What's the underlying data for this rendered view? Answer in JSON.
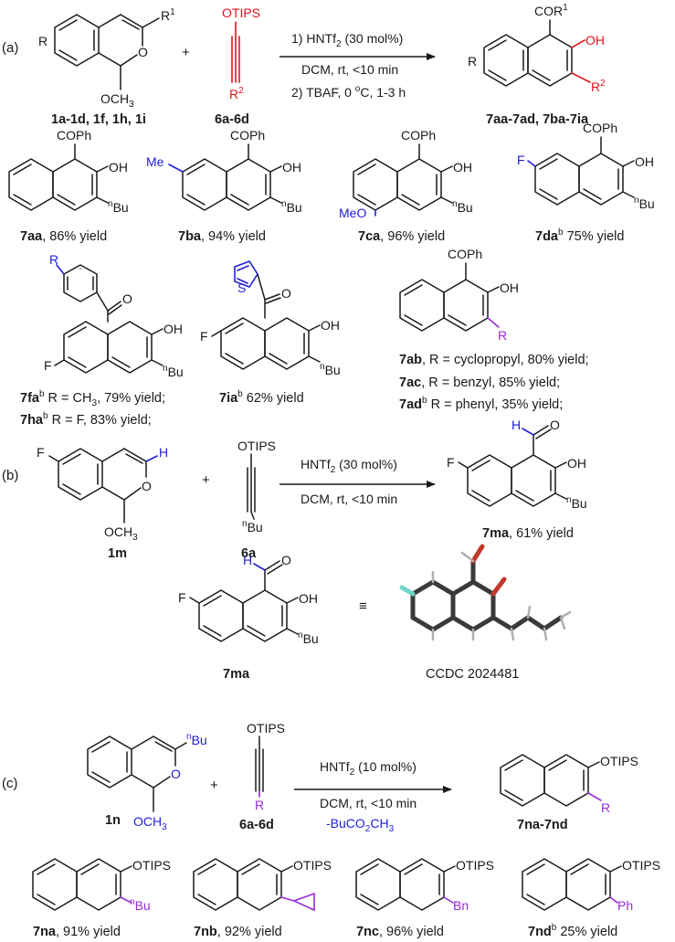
{
  "colors": {
    "text": "#1a1a1a",
    "blue": "#1f1fd6",
    "red": "#e3131b",
    "purple": "#9a2ad9"
  },
  "section_a": {
    "label": "(a)",
    "reactant1": {
      "sub_R": "R",
      "sub_R1": "R",
      "sup_1": "1",
      "ring_O": "O",
      "ome": "OCH",
      "ome_sub": "3",
      "label": "1a-1d, 1f, 1h, 1i"
    },
    "plus": "+",
    "reactant2": {
      "otips": "OTIPS",
      "r": "R",
      "sup": "2",
      "label": "6a-6d"
    },
    "conditions": {
      "line1": "1) HNTf",
      "line1_sub": "2",
      "line1_rest": " (30 mol%)",
      "line2": "DCM, rt, <10 min",
      "line3": "2) TBAF, 0 ",
      "line3_o": "o",
      "line3_rest": "C, 1-3 h"
    },
    "product": {
      "cor": "COR",
      "cor_sup": "1",
      "oh": "OH",
      "r": "R",
      "r2": "R",
      "r2_sup": "2",
      "label": "7aa-7ad, 7ba-7ia"
    },
    "row1": [
      {
        "top": "COPh",
        "oh": "OH",
        "bu": "Bu",
        "bu_n": "n",
        "bold": "7aa",
        "rest": ", 86% yield"
      },
      {
        "sub": "Me",
        "top": "COPh",
        "oh": "OH",
        "bu": "Bu",
        "bu_n": "n",
        "bold": "7ba",
        "rest": ", 94% yield"
      },
      {
        "sub": "MeO",
        "top": "COPh",
        "oh": "OH",
        "bu": "Bu",
        "bu_n": "n",
        "bold": "7ca",
        "rest": ", 96% yield"
      },
      {
        "sub": "F",
        "top": "COPh",
        "oh": "OH",
        "bu": "Bu",
        "bu_n": "n",
        "bold": "7da",
        "sup": "b",
        "rest": " 75% yield"
      }
    ],
    "row2": {
      "aryl": {
        "r": "R",
        "o": "O",
        "f": "F",
        "oh": "OH",
        "bu": "Bu",
        "bu_n": "n",
        "l1_bold": "7fa",
        "l1_sup": "b",
        "l1_rest": " R = CH",
        "l1_sub": "3",
        "l1_end": ", 79% yield;",
        "l2_bold": "7ha",
        "l2_sup": "b",
        "l2_rest": " R = F, 83% yield;"
      },
      "thienyl": {
        "s": "S",
        "o": "O",
        "f": "F",
        "oh": "OH",
        "bu": "Bu",
        "bu_n": "n",
        "bold": "7ia",
        "sup": "b",
        "rest": " 62% yield"
      },
      "rvar": {
        "top": "COPh",
        "oh": "OH",
        "r": "R",
        "l1_bold": "7ab",
        "l1_rest": ", R = cyclopropyl, 80% yield;",
        "l2_bold": "7ac",
        "l2_rest": ", R = benzyl, 85% yield;",
        "l3_bold": "7ad",
        "l3_sup": "b",
        "l3_rest": " R = phenyl, 35% yield;"
      }
    }
  },
  "section_b": {
    "label": "(b)",
    "reactant1": {
      "f": "F",
      "h": "H",
      "o": "O",
      "ome": "OCH",
      "ome_sub": "3",
      "label": "1m"
    },
    "plus": "+",
    "reactant2": {
      "otips": "OTIPS",
      "bu": "Bu",
      "bu_n": "n",
      "label": "6a"
    },
    "conditions": {
      "line1": "HNTf",
      "line1_sub": "2",
      "line1_rest": " (30 mol%)",
      "line2": "DCM, rt, <10 min"
    },
    "product": {
      "h": "H",
      "o": "O",
      "f": "F",
      "oh": "OH",
      "bu": "Bu",
      "bu_n": "n",
      "bold": "7ma",
      "rest": ", 61% yield"
    },
    "xray": {
      "h": "H",
      "o": "O",
      "f": "F",
      "oh": "OH",
      "bu": "Bu",
      "bu_n": "n",
      "label": "7ma",
      "equiv": "≡",
      "ccdc": "CCDC 2024481"
    }
  },
  "section_c": {
    "label": "(c)",
    "reactant1": {
      "bu": "Bu",
      "bu_n": "n",
      "o": "O",
      "ome": "OCH",
      "ome_sub": "3",
      "label": "1n"
    },
    "plus": "+",
    "reactant2": {
      "otips": "OTIPS",
      "r": "R",
      "label": "6a-6d"
    },
    "conditions": {
      "line1": "HNTf",
      "line1_sub": "2",
      "line1_rest": " (10 mol%)",
      "line2": "DCM, rt, <10 min",
      "line3": "-BuCO",
      "line3_sub": "2",
      "line3_rest": "CH",
      "line3_sub2": "3"
    },
    "product": {
      "otips": "OTIPS",
      "r": "R",
      "label": "7na-7nd"
    },
    "row": [
      {
        "otips": "OTIPS",
        "sub": "Bu",
        "sub_n": "n",
        "bold": "7na",
        "rest": ", 91% yield"
      },
      {
        "otips": "OTIPS",
        "bold": "7nb",
        "rest": ", 92% yield"
      },
      {
        "otips": "OTIPS",
        "sub": "Bn",
        "bold": "7nc",
        "rest": ", 96% yield"
      },
      {
        "otips": "OTIPS",
        "sub": "Ph",
        "bold": "7nd",
        "sup": "b",
        "rest": " 25% yield"
      }
    ]
  }
}
